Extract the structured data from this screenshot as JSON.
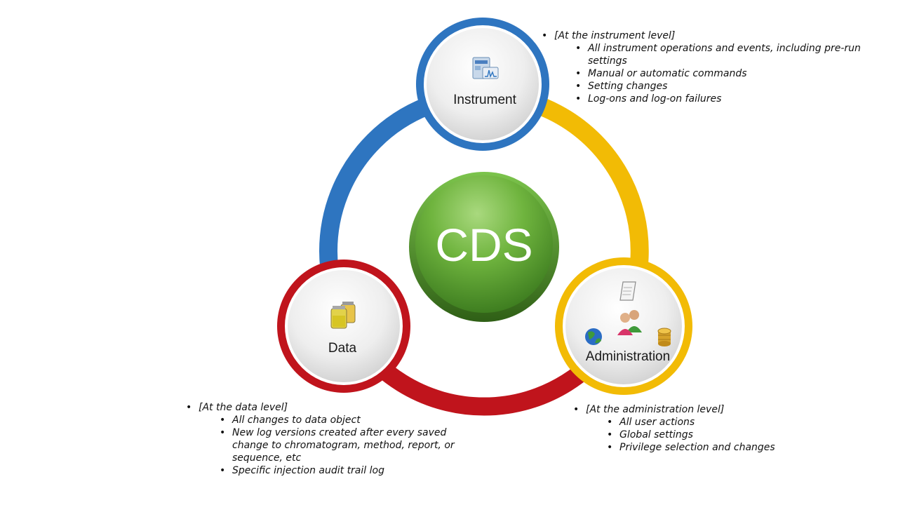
{
  "diagram": {
    "center": {
      "label": "CDS"
    },
    "nodes": {
      "instrument": {
        "label": "Instrument",
        "icon": "instrument-window-icon",
        "color": "#2e75c0"
      },
      "data": {
        "label": "Data",
        "icon": "vials-icon",
        "color": "#c0141c"
      },
      "administration": {
        "label": "Administration",
        "icons": [
          "scroll-icon",
          "users-icon",
          "globe-icon",
          "database-icon"
        ],
        "color": "#f2bb05"
      }
    },
    "colors": {
      "center_green": "#5fa832",
      "ring_blue": "#2e75c0",
      "ring_red": "#c0141c",
      "ring_yellow": "#f2bb05"
    }
  },
  "notes": {
    "instrument": {
      "heading": "[At the instrument level]",
      "items": [
        "All instrument operations and events, including pre-run settings",
        "Manual or automatic commands",
        "Setting changes",
        "Log-ons and log-on failures"
      ]
    },
    "data": {
      "heading": "[At the data level]",
      "items": [
        "All changes to data object",
        "New log versions created after every saved change to chromatogram, method, report, or sequence, etc",
        "Specific injection audit trail log"
      ]
    },
    "administration": {
      "heading": "[At the administration level]",
      "items": [
        "All user actions",
        "Global settings",
        "Privilege selection and changes"
      ]
    }
  }
}
